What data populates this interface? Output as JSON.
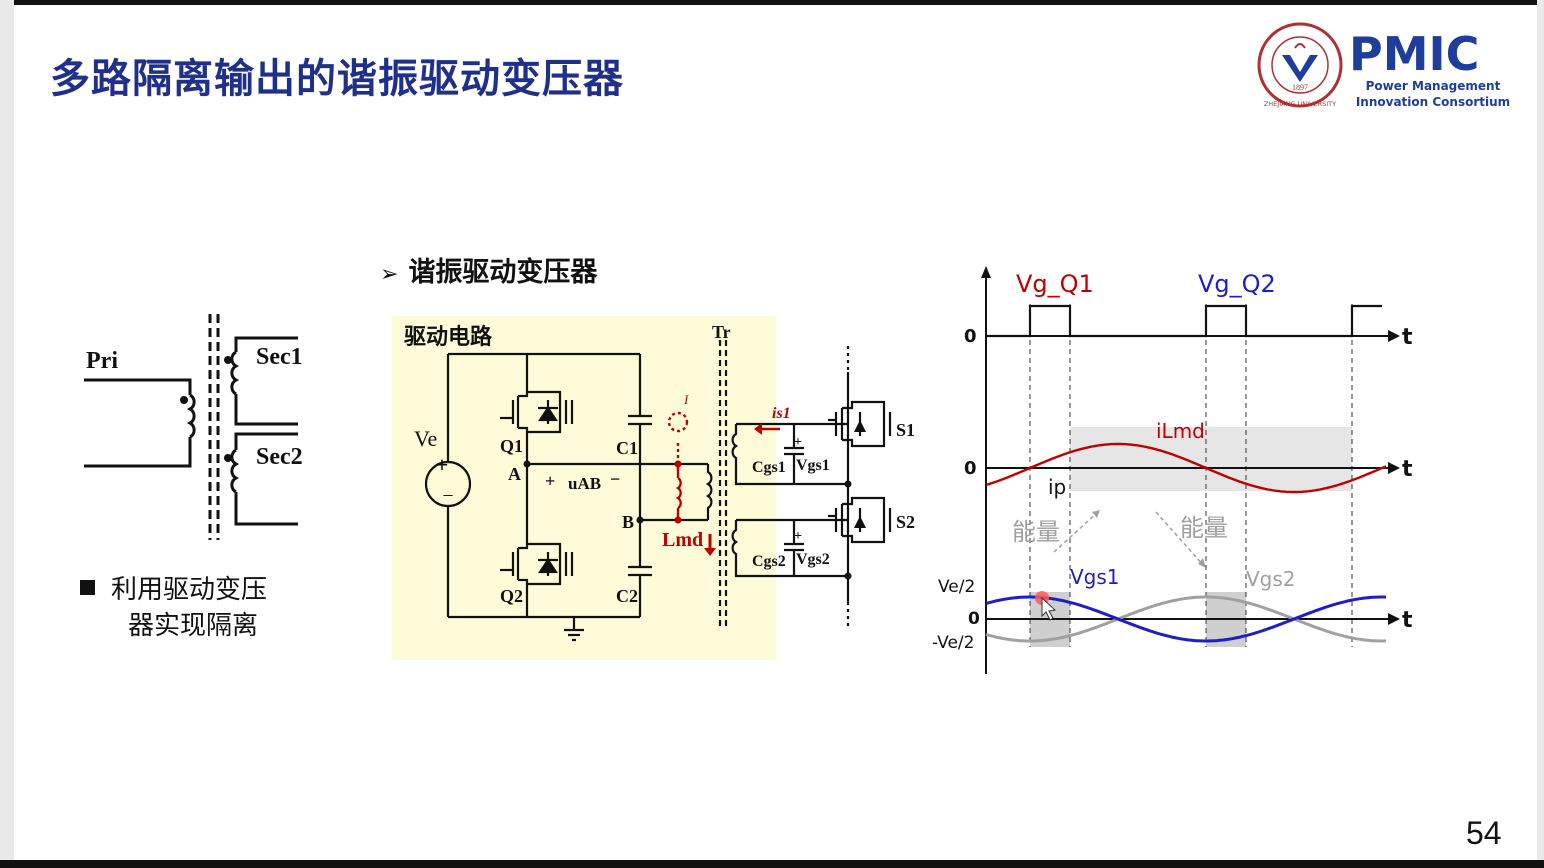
{
  "slide": {
    "title": "多路隔离输出的谐振驱动变压器",
    "page_number": "54"
  },
  "logo": {
    "brand": "PMIC",
    "line1": "Power Management",
    "line2": "Innovation Consortium",
    "university_text": "ZHEJIANG UNIVERSITY",
    "year": "1897"
  },
  "transformer_diagram": {
    "primary": "Pri",
    "secondary1": "Sec1",
    "secondary2": "Sec2"
  },
  "note": {
    "line1": "利用驱动变压",
    "line2": "器实现隔离"
  },
  "section": {
    "bullet": "➢",
    "heading": "谐振驱动变压器"
  },
  "circuit": {
    "box_title": "驱动电路",
    "source": "Ve",
    "q1": "Q1",
    "q2": "Q2",
    "c1": "C1",
    "c2": "C2",
    "node_a": "A",
    "node_b": "B",
    "u_ab": "uAB",
    "plus": "+",
    "minus": "−",
    "lmd": "Lmd",
    "tr": "Tr",
    "is1": "is1",
    "cgs1": "Cgs1",
    "cgs2": "Cgs2",
    "vgs1": "Vgs1",
    "vgs2": "Vgs2",
    "s1": "S1",
    "s2": "S2",
    "probe_label": "I"
  },
  "waveforms": {
    "vg_q1": "Vg_Q1",
    "vg_q2": "Vg_Q2",
    "ilmd": "iLmd",
    "ip": "ip",
    "energy": "能量",
    "vgs1": "Vgs1",
    "vgs2": "Vgs2",
    "zero": "0",
    "ve_half": "Ve/2",
    "neg_ve_half": "-Ve/2",
    "t": "t",
    "colors": {
      "q1": "#c00000",
      "q2": "#1e1ec8",
      "grey": "#a0a0a0"
    }
  }
}
